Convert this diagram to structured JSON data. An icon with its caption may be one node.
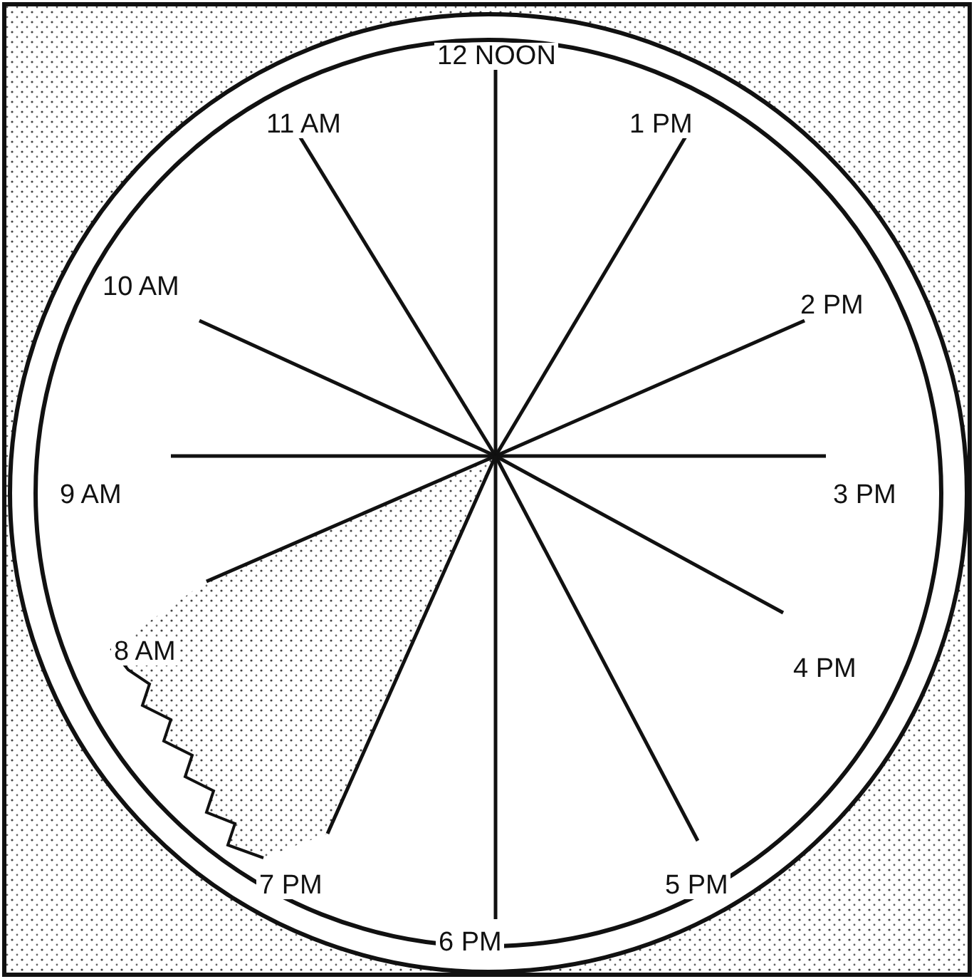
{
  "diagram": {
    "labels": [
      "12 NOON",
      "11 AM",
      "1 PM",
      "10 AM",
      "2 PM",
      "9 AM",
      "3 PM",
      "8 AM",
      "4 PM",
      "7 PM",
      "5 PM",
      "6 PM"
    ]
  }
}
